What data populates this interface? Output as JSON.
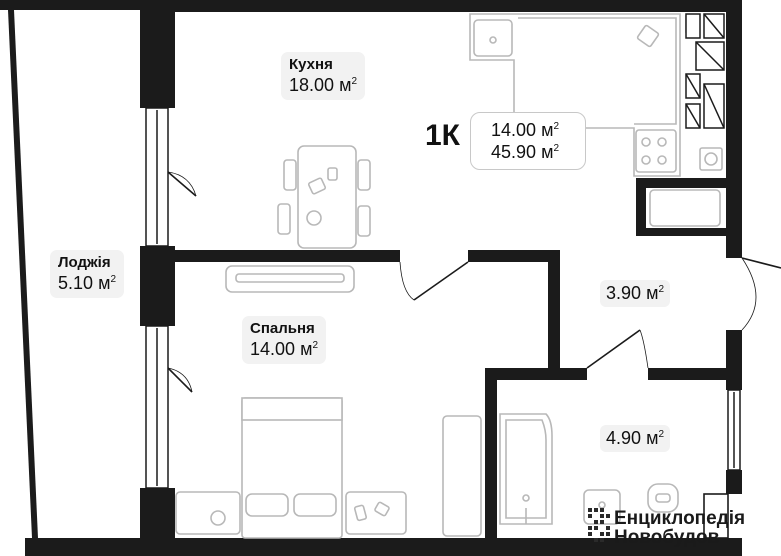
{
  "apartment": {
    "type_label": "1К",
    "living_area": "14.00",
    "total_area": "45.90",
    "unit": "м",
    "unit_power": "2"
  },
  "rooms": {
    "kitchen": {
      "name": "Кухня",
      "area": "18.00"
    },
    "loggia": {
      "name": "Лоджія",
      "area": "5.10"
    },
    "bedroom": {
      "name": "Спальня",
      "area": "14.00"
    },
    "hall": {
      "area": "3.90"
    },
    "bathroom": {
      "area": "4.90"
    }
  },
  "watermark": {
    "line1": "Енциклопедія",
    "line2": "Новобудов"
  },
  "colors": {
    "wall": "#1b1b1b",
    "furniture_stroke": "#b8b8b8",
    "label_bg": "#f2f2f2"
  }
}
